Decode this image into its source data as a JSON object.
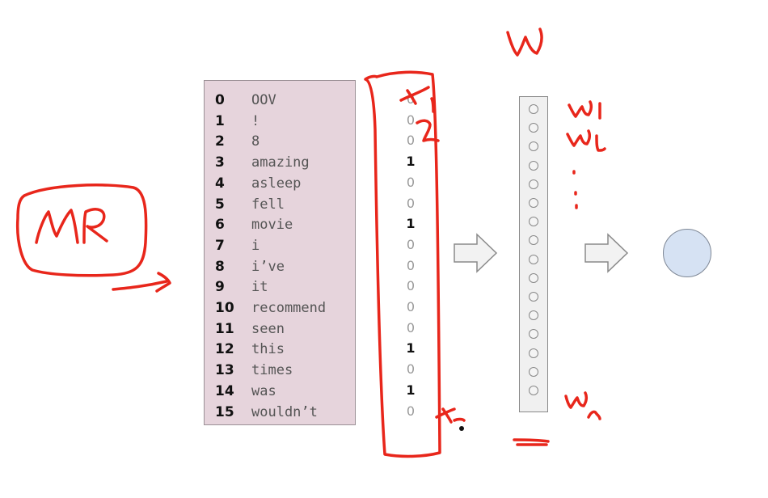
{
  "vocabulary": [
    {
      "index": "0",
      "word": "OOV"
    },
    {
      "index": "1",
      "word": "!"
    },
    {
      "index": "2",
      "word": "8"
    },
    {
      "index": "3",
      "word": "amazing"
    },
    {
      "index": "4",
      "word": "asleep"
    },
    {
      "index": "5",
      "word": "fell"
    },
    {
      "index": "6",
      "word": "movie"
    },
    {
      "index": "7",
      "word": "i"
    },
    {
      "index": "8",
      "word": "i’ve"
    },
    {
      "index": "9",
      "word": "it"
    },
    {
      "index": "10",
      "word": "recommend"
    },
    {
      "index": "11",
      "word": "seen"
    },
    {
      "index": "12",
      "word": "this"
    },
    {
      "index": "13",
      "word": "times"
    },
    {
      "index": "14",
      "word": "was"
    },
    {
      "index": "15",
      "word": "wouldn’t"
    }
  ],
  "one_hot_vector": [
    "0",
    "0",
    "0",
    "1",
    "0",
    "0",
    "1",
    "0",
    "0",
    "0",
    "0",
    "0",
    "1",
    "0",
    "1",
    "0"
  ],
  "weight_nodes": 16,
  "colors": {
    "table_bg": "#e6d4dc",
    "neuron_fill": "#d6e2f3",
    "ink_red": "#e8261b",
    "arrow_fill": "#f2f2f2"
  },
  "annotations": {
    "box_label": "MR",
    "weights_label": "W"
  }
}
